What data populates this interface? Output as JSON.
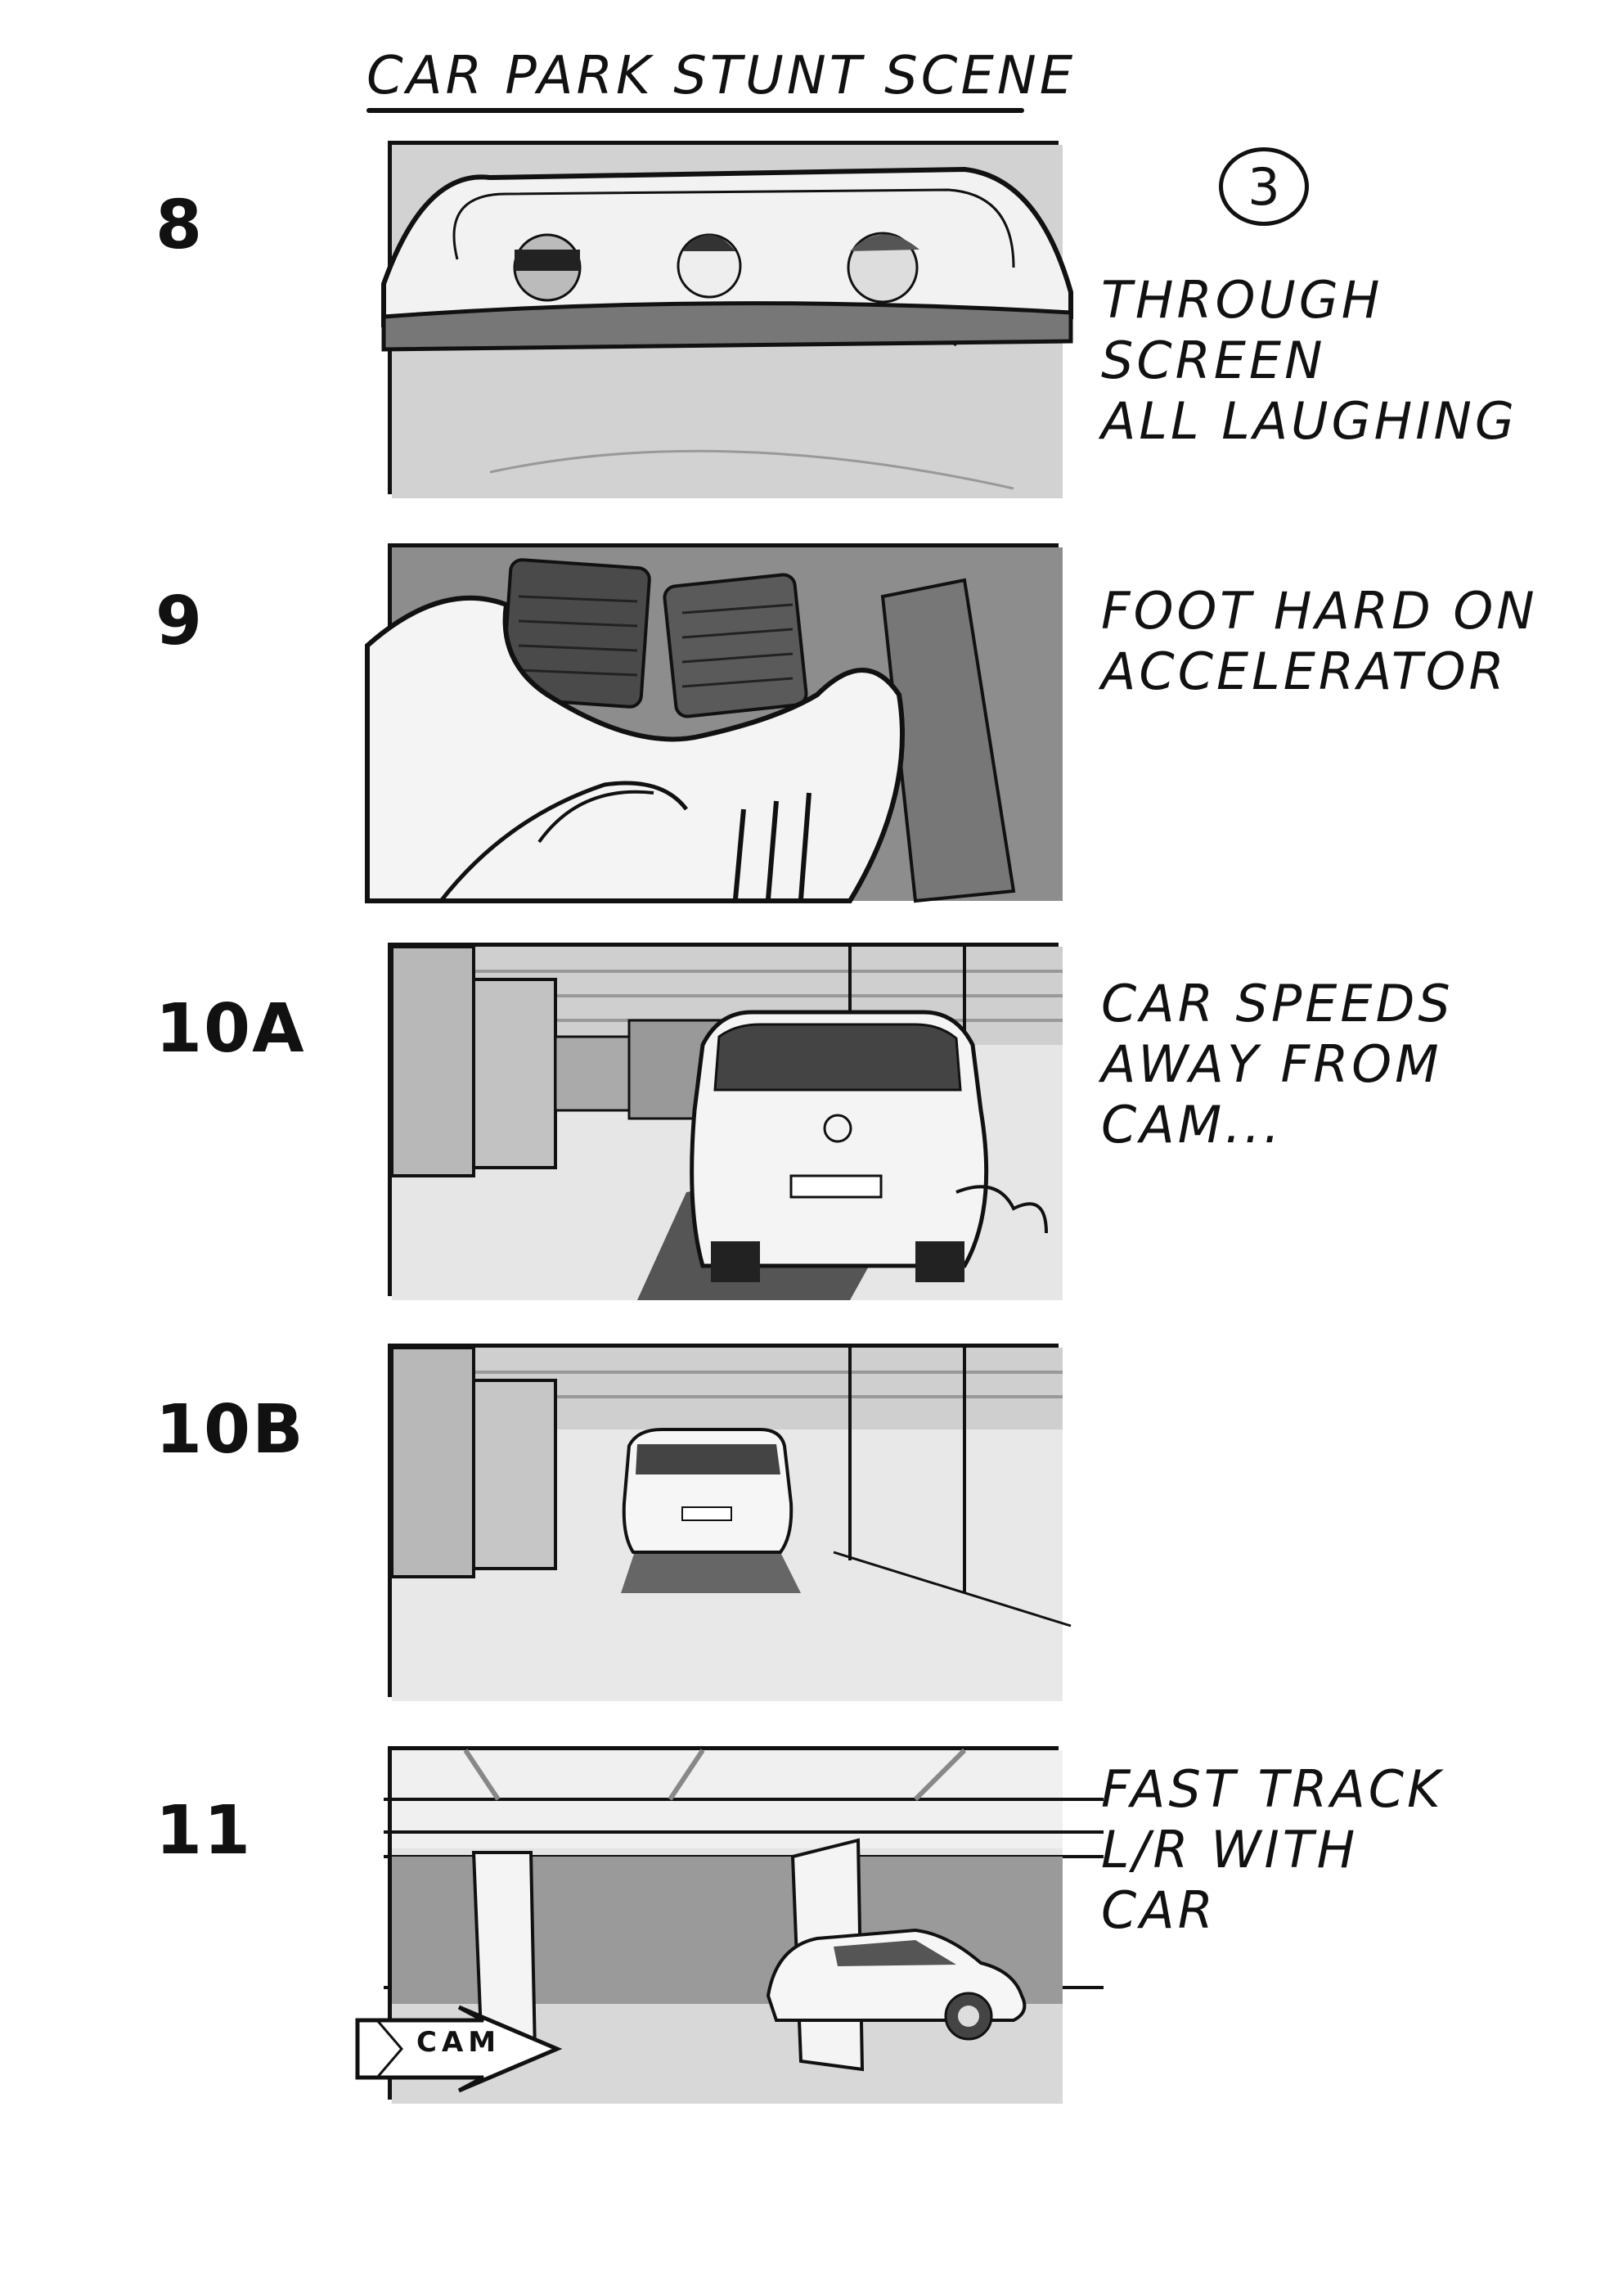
{
  "title": "CAR PARK STUNT SCENE",
  "page_number": "3",
  "shots": [
    {
      "number": "8",
      "caption": "THROUGH SCREEN\nALL LAUGHING"
    },
    {
      "number": "9",
      "caption": "FOOT HARD ON\nACCELERATOR"
    },
    {
      "number": "10A",
      "caption": "CAR SPEEDS\nAWAY FROM\n   CAM..."
    },
    {
      "number": "10B",
      "caption": ""
    },
    {
      "number": "11",
      "caption": "FAST TRACK\nL/R WITH\n  CAR"
    }
  ],
  "cam_label": "CAM",
  "icons": [
    "windscreen-sketch",
    "pedals-sketch",
    "car-rear-sketch",
    "car-rear-far-sketch",
    "car-side-sketch",
    "camera-arrow-icon"
  ],
  "colors": {
    "ink": "#111111",
    "paper": "#ffffff",
    "tone": "#c8c8c8"
  }
}
